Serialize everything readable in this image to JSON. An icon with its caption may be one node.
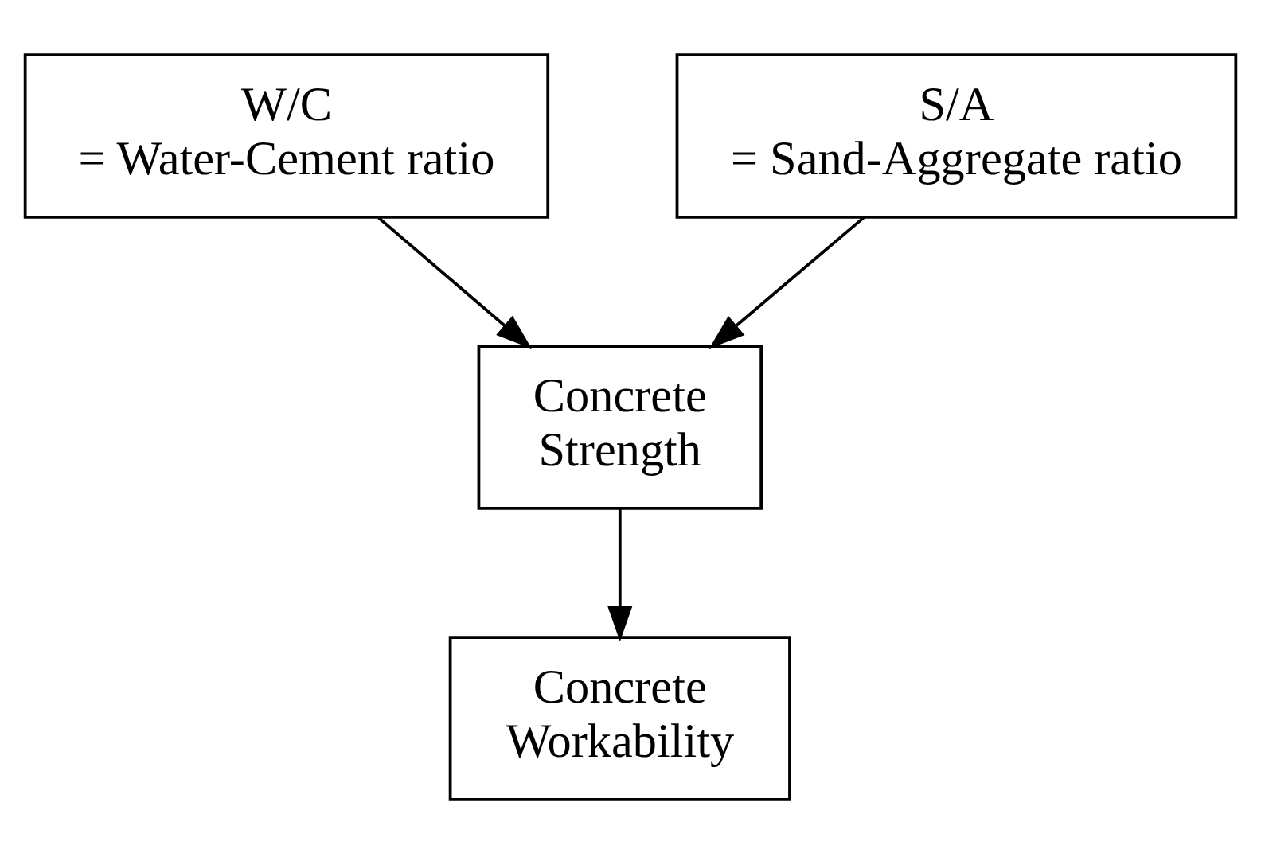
{
  "diagram": {
    "nodes": [
      {
        "text": [
          "W/C",
          "= Water-Cement ratio"
        ]
      },
      {
        "text": [
          "S/A",
          "= Sand-Aggregate ratio"
        ]
      },
      {
        "text": [
          "Concrete Strength"
        ]
      },
      {
        "text": [
          "Concrete Workability"
        ]
      }
    ],
    "edges": [
      {
        "from": 0,
        "to": 2,
        "arrow": "to"
      },
      {
        "from": 1,
        "to": 2,
        "arrow": "to"
      },
      {
        "from": 2,
        "to": 3,
        "arrow": "to"
      }
    ]
  }
}
